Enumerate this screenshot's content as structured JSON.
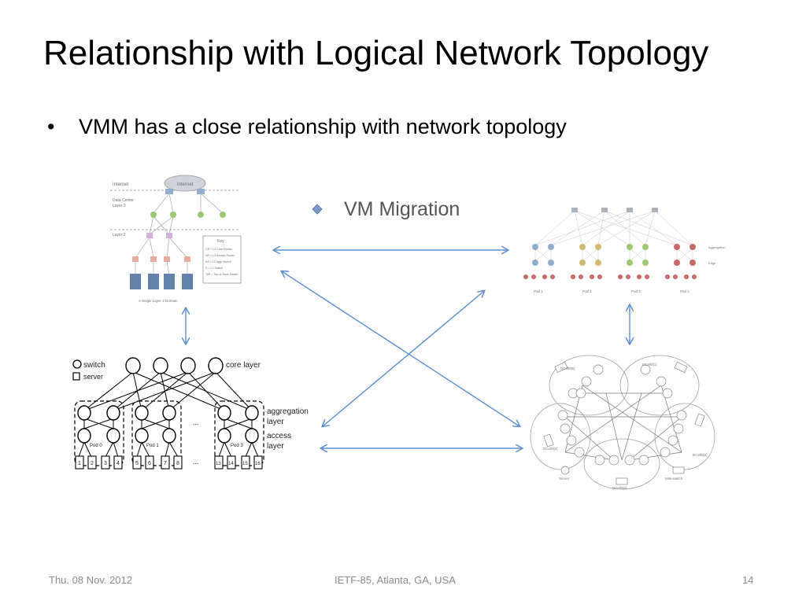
{
  "slide": {
    "title": "Relationship with Logical Network Topology",
    "bullet": "VMM has a close relationship with network topology",
    "bullet_marker": "•"
  },
  "center_label": "VM Migration",
  "fig_top_left": {
    "internet": "Internet",
    "cloud": "Internet",
    "data_center": "Data Center",
    "layer3": "Layer 3",
    "layer2": "Layer 2",
    "key_title": "Key",
    "key_lines": [
      "CR = L3 Core Router",
      "AR = L3 Access Router",
      "AS = L2 Aggr Switch",
      "S = L2 Switch",
      "ToR = Top-of-Rack Switch"
    ],
    "domain": "A Single Layer 2 Domain"
  },
  "fig_bottom_left": {
    "legend_switch": "switch",
    "legend_server": "server",
    "core_layer": "core layer",
    "aggregation": "aggregation",
    "layer_1": "layer",
    "access": "access",
    "layer_2": "layer",
    "pods": [
      "Pod 0",
      "Pod 1",
      "Pod 3"
    ],
    "servers": [
      "1",
      "2",
      "3",
      "4",
      "5",
      "6",
      "7",
      "8",
      "13",
      "14",
      "15",
      "16"
    ],
    "ellipsis": "..."
  },
  "fig_top_right": {
    "pods": [
      "Pod 1",
      "Pod 1",
      "Pod 3",
      "Pod 2"
    ],
    "aggregation": "Aggregation",
    "edge": "Edge"
  },
  "fig_bottom_right": {
    "server": "Server",
    "mini_switch": "Mini-switch",
    "cells": [
      "DCell0[0]",
      "DCell0[1]",
      "DCell0[2]",
      "DCell0[3]",
      "DCell0[4]"
    ]
  },
  "footer": {
    "date": "Thu. 08 Nov. 2012",
    "event": "IETF-85, Atlanta, GA, USA",
    "page": "14"
  },
  "colors": {
    "arrow": "#5b8fd0",
    "text": "#000000",
    "footer": "#8a8a8a"
  }
}
